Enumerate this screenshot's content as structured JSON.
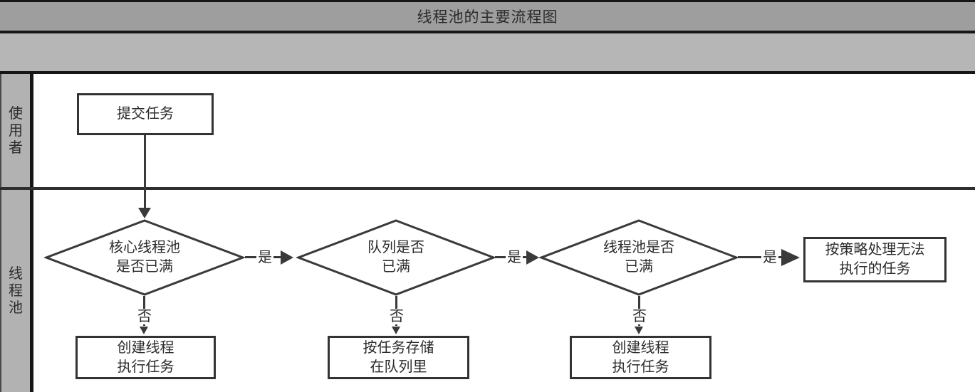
{
  "title": "线程池的主要流程图",
  "lanes": [
    {
      "label": "使用者"
    },
    {
      "label": "线程池"
    }
  ],
  "nodes": {
    "submit": {
      "type": "rect",
      "label": "提交任务"
    },
    "core_full": {
      "type": "diamond",
      "label": "核心线程池\n是否已满"
    },
    "queue_full": {
      "type": "diamond",
      "label": "队列是否\n已满"
    },
    "pool_full": {
      "type": "diamond",
      "label": "线程池是否\n已满"
    },
    "create_thread_1": {
      "type": "rect",
      "label": "创建线程\n执行任务"
    },
    "store_in_queue": {
      "type": "rect",
      "label": "按任务存储\n在队列里"
    },
    "create_thread_2": {
      "type": "rect",
      "label": "创建线程\n执行任务"
    },
    "reject_policy": {
      "type": "rect",
      "label": "按策略处理无法\n执行的任务"
    }
  },
  "edges": {
    "yes": "是",
    "no": "否"
  },
  "colors": {
    "title_band_bg": "#9e9e9e",
    "sub_band_bg": "#b6b6b6",
    "lane_label_bg": "#b2b2b2",
    "band_border": "#161616",
    "line": "#3a3a3a",
    "node_border": "#333333",
    "node_bg": "#ffffff",
    "text": "#2b2b2b"
  }
}
